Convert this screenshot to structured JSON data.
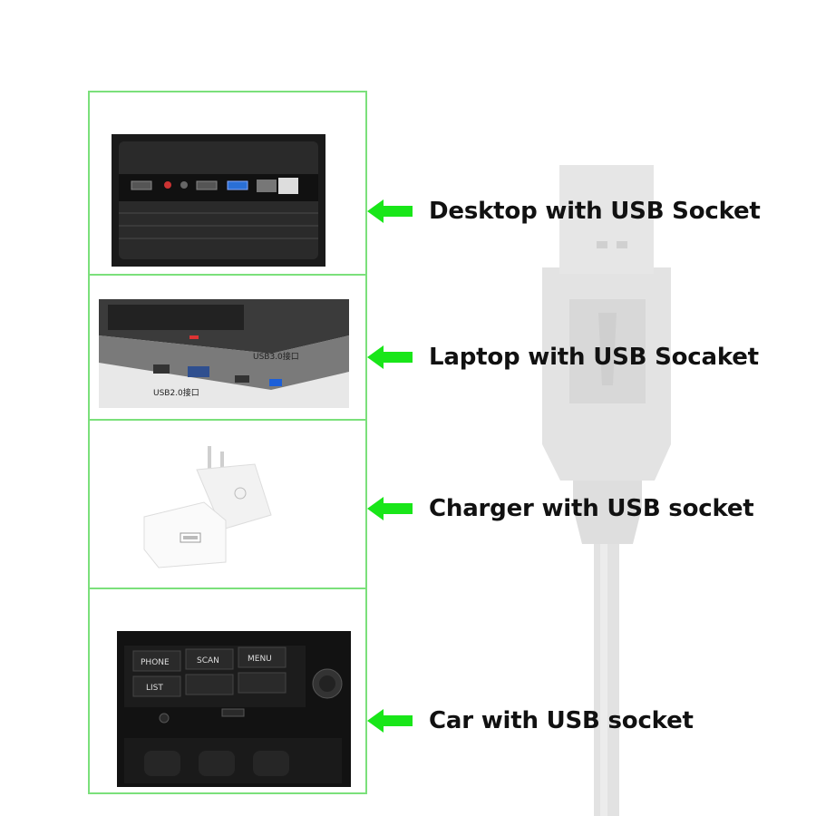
{
  "items": [
    {
      "label": "Desktop with USB Socket"
    },
    {
      "label": "Laptop with USB Socaket"
    },
    {
      "label": "Charger with USB socket"
    },
    {
      "label": "Car with USB socket"
    }
  ],
  "laptop_ports": {
    "usb3": "USB3.0接口",
    "usb2": "USB2.0接口"
  },
  "car_buttons": {
    "phone": "PHONE",
    "scan": "SCAN",
    "menu": "MENU",
    "list": "LIST"
  },
  "colors": {
    "accent": "#19e619",
    "frame": "#7be07b",
    "cable": "#e4e4e4"
  }
}
